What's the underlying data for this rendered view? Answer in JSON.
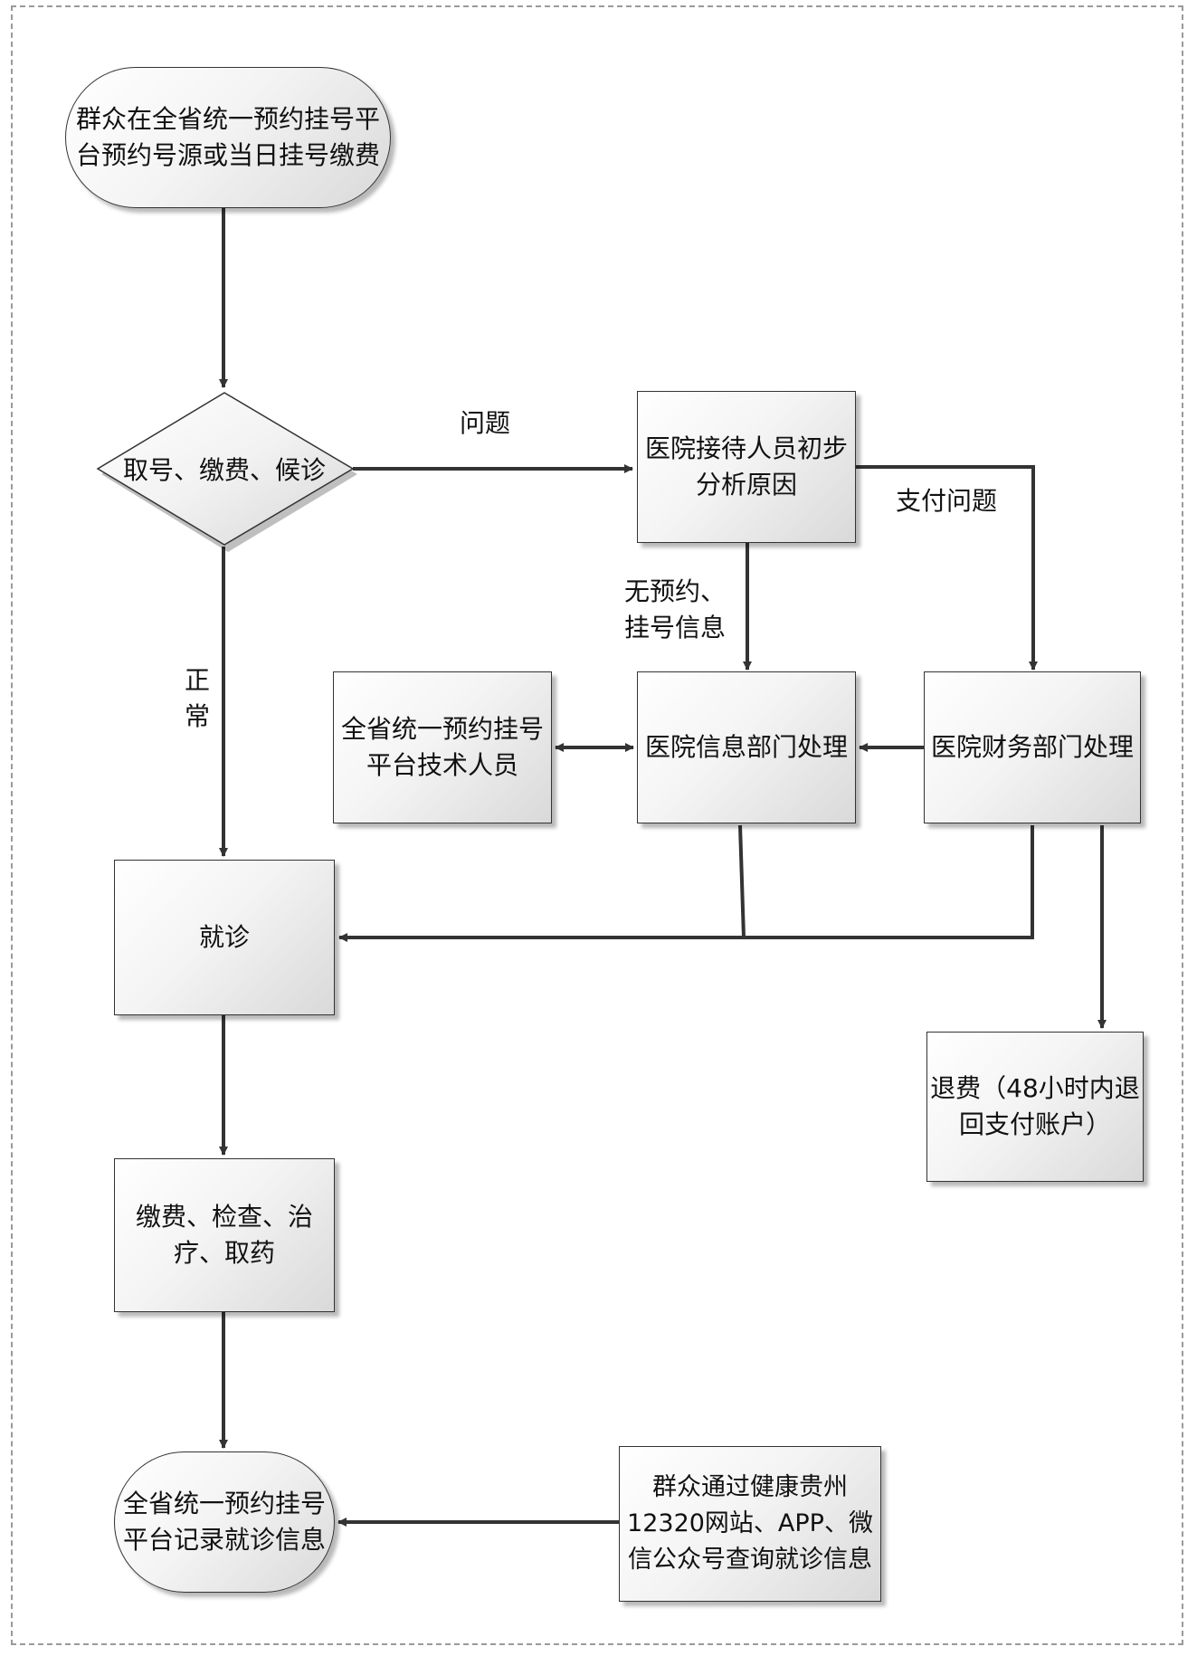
{
  "nodes": {
    "start": "群众在全省统一预约挂号平\n台预约号源或当日挂号缴费",
    "decision": "取号、缴费、候诊",
    "reception": "医院接待人员初步\n分析原因",
    "platform_tech": "全省统一预约挂号\n平台技术人员",
    "it_dept": "医院信息部门处理",
    "finance_dept": "医院财务部门处理",
    "visit": "就诊",
    "refund": "退费（48小时内退\n回支付账户）",
    "pay_check": "缴费、检查、治\n疗、取药",
    "record": "全省统一预约挂号\n平台记录就诊信息",
    "query": "群众通过健康贵州\n12320网站、APP、微\n信公众号查询就诊信息"
  },
  "edge_labels": {
    "problem": "问题",
    "payment_problem": "支付问题",
    "no_booking": "无预约、\n挂号信息",
    "normal": "正\n常"
  }
}
